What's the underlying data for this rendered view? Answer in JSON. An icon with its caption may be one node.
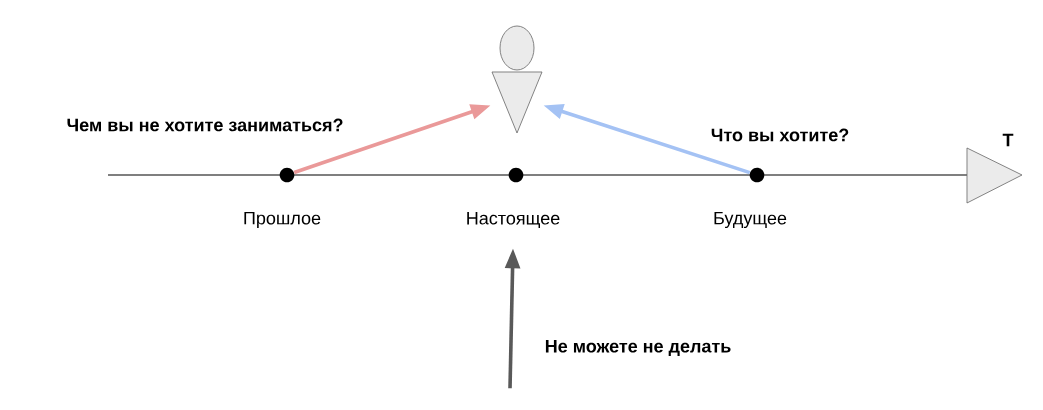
{
  "diagram": {
    "nodes": [
      {
        "text": [],
        "shape": "person"
      },
      {
        "text": [],
        "shape": "circle",
        "beside": [
          "Прошлое"
        ]
      },
      {
        "text": [],
        "shape": "circle"
      },
      {
        "text": [],
        "shape": "circle",
        "beside": [
          "Будущее"
        ]
      },
      {
        "text": [
          "Настоящее"
        ]
      }
    ],
    "edges": [
      {
        "from": 1,
        "to": 0,
        "arrow": "to",
        "label": "Чем вы не хотите заниматься?",
        "color": "#ea9999"
      },
      {
        "from": 3,
        "to": 0,
        "arrow": "to",
        "label": "Что вы хотите?",
        "color": "#a4c2f4"
      },
      {
        "from": null,
        "to": 4,
        "arrow": "to",
        "label": "Не можете не делать",
        "color": "#595959"
      }
    ],
    "labels": [
      "T"
    ]
  }
}
